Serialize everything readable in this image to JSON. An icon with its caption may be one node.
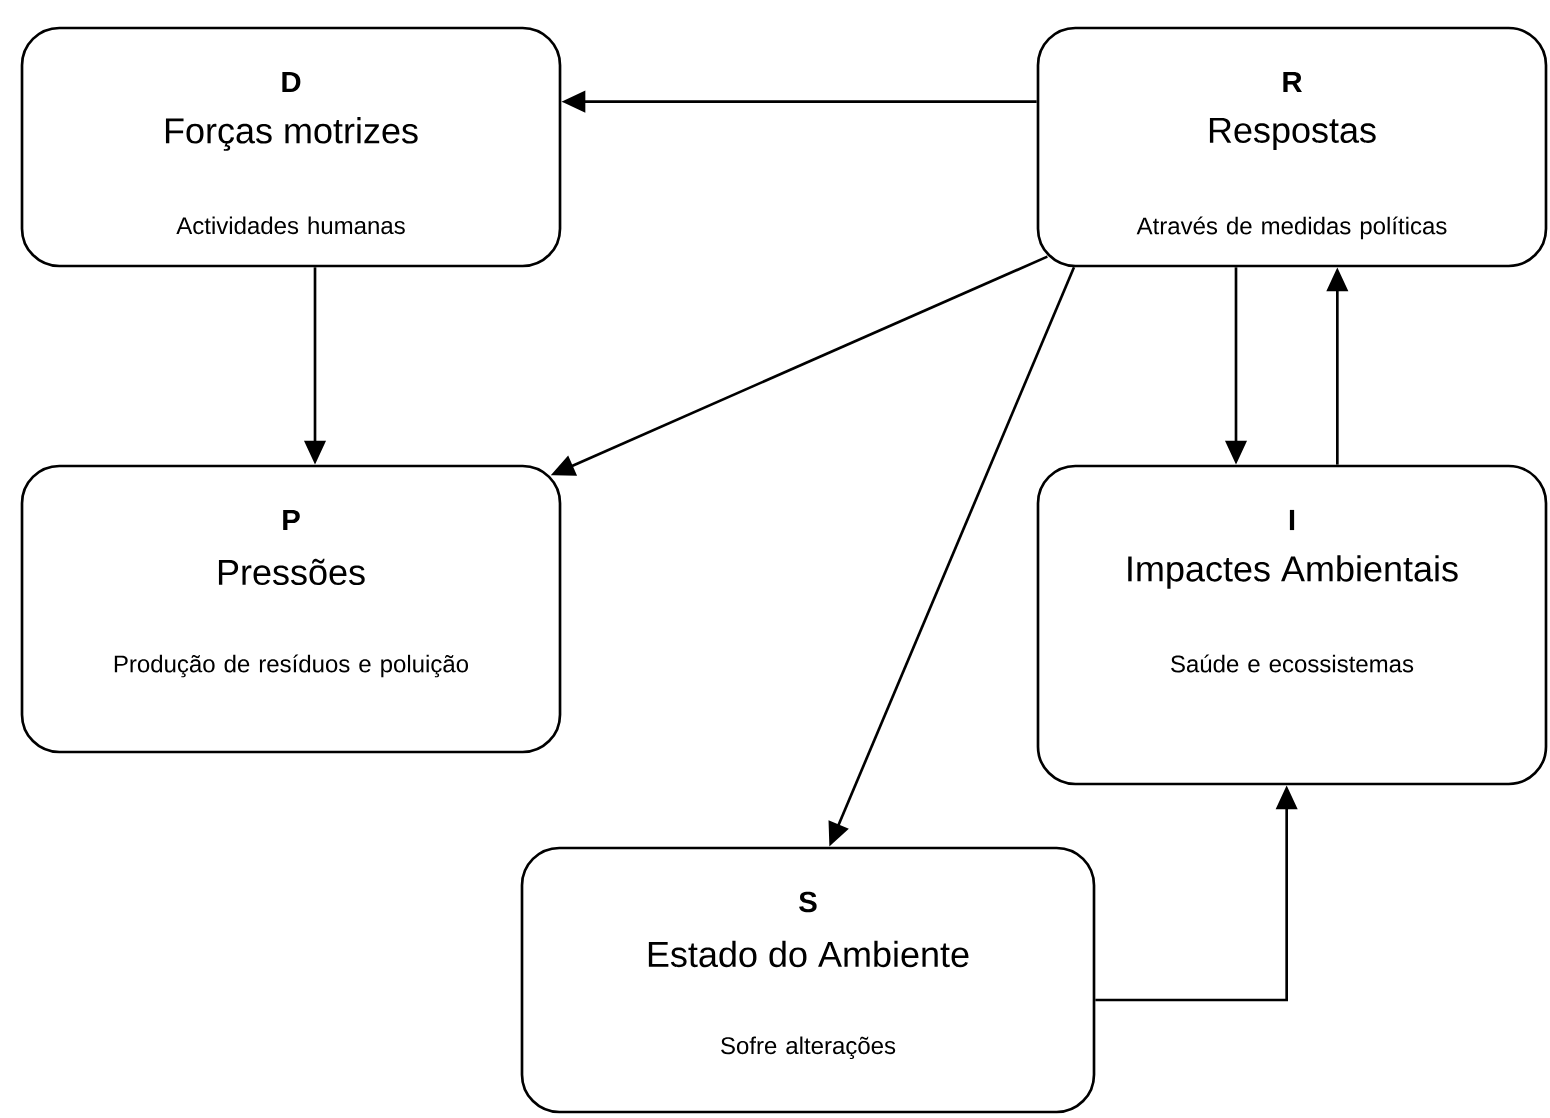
{
  "diagram": {
    "nodes": [
      {
        "text": [
          "D",
          "Forças motrizes",
          "Actividades humanas"
        ]
      },
      {
        "text": [
          "R",
          "Respostas",
          "Através de medidas políticas"
        ]
      },
      {
        "text": [
          "P",
          "Pressões",
          "Produção de resíduos e poluição"
        ]
      },
      {
        "text": [
          "I",
          "Impactes Ambientais",
          "Saúde e ecossistemas"
        ]
      },
      {
        "text": [
          "S",
          "Estado do Ambiente",
          "Sofre alterações"
        ]
      }
    ],
    "edges": [
      {
        "from": 1,
        "to": 0,
        "arrow": "to"
      },
      {
        "from": 0,
        "to": 2,
        "arrow": "to"
      },
      {
        "from": 1,
        "to": 2,
        "arrow": "to"
      },
      {
        "from": 1,
        "to": 4,
        "arrow": "to"
      },
      {
        "from": 1,
        "to": 3,
        "arrow": "to"
      },
      {
        "from": 3,
        "to": 1,
        "arrow": "to"
      },
      {
        "from": 4,
        "to": 3,
        "arrow": "to"
      }
    ]
  }
}
